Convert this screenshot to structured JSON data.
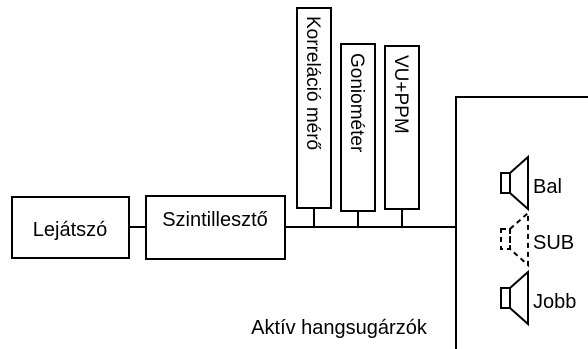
{
  "blocks": {
    "player": "Lejátszó",
    "level_adjuster": "Szintillesztő",
    "correlation_meter": "Korreláció mérő",
    "goniometer": "Goniométer",
    "vu_ppm": "VU+PPM"
  },
  "speakers": {
    "caption": "Aktív hangsugárzók",
    "left": "Bal",
    "sub": "SUB",
    "right": "Jobb"
  },
  "colors": {
    "stroke": "#000000",
    "background": "#ffffff"
  }
}
